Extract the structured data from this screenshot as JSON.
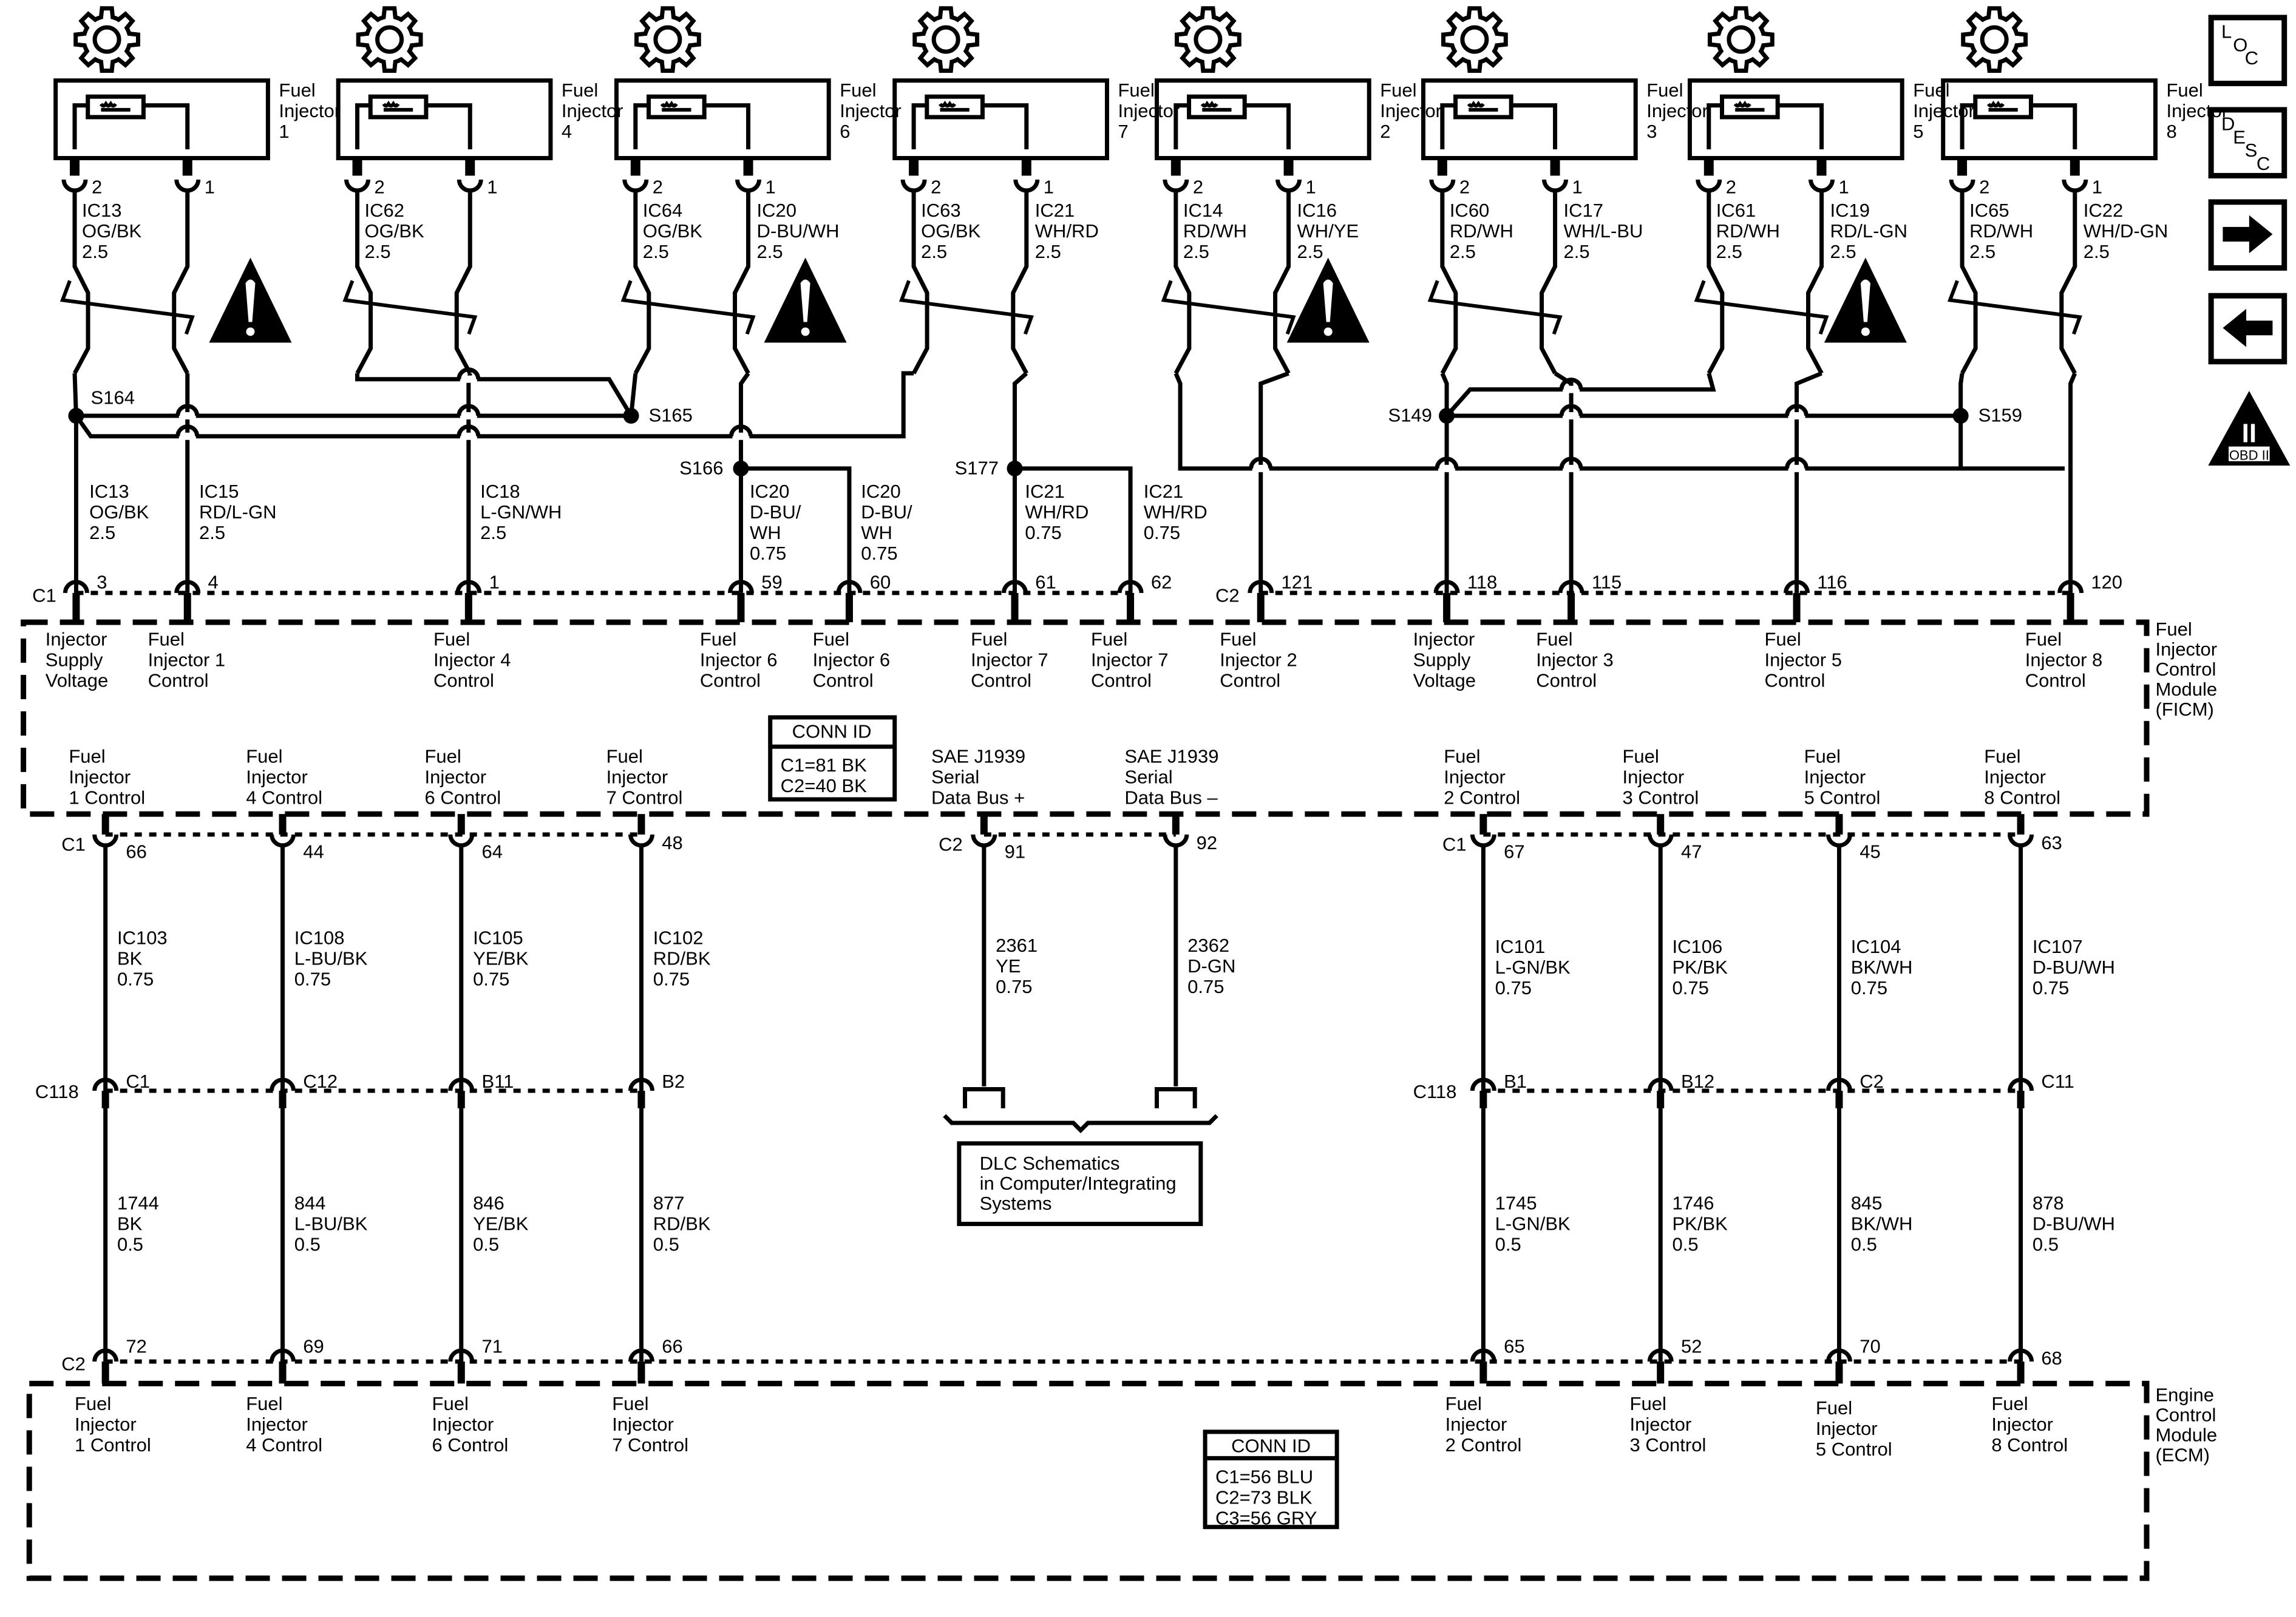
{
  "diagram": {
    "type": "wiring-schematic",
    "subject": "Fuel Injector Circuits",
    "side_buttons": [
      {
        "name": "loc-button",
        "letters": [
          "L",
          "O",
          "C"
        ]
      },
      {
        "name": "desc-button",
        "letters": [
          "D",
          "E",
          "S",
          "C"
        ]
      },
      {
        "name": "next-page-button",
        "icon": "arrow-right-icon"
      },
      {
        "name": "previous-page-button",
        "icon": "arrow-left-icon"
      }
    ],
    "obd_badge": {
      "numeral": "II",
      "label": "OBD II"
    },
    "common": {
      "fuel": "Fuel",
      "injector": "Injector"
    },
    "injectors": [
      {
        "id": "1",
        "title": [
          "Fuel",
          "Injector",
          "1"
        ],
        "pin2": "2",
        "pin1": "1",
        "w2": [
          "IC13",
          "OG/BK",
          "2.5"
        ],
        "w1": []
      },
      {
        "id": "4",
        "title": [
          "Fuel",
          "Injector",
          "4"
        ],
        "pin2": "2",
        "pin1": "1",
        "w2": [
          "IC62",
          "OG/BK",
          "2.5"
        ],
        "w1": []
      },
      {
        "id": "6",
        "title": [
          "Fuel",
          "Injector",
          "6"
        ],
        "pin2": "2",
        "pin1": "1",
        "w2": [
          "IC64",
          "OG/BK",
          "2.5"
        ],
        "w1": [
          "IC20",
          "D-BU/WH",
          "2.5"
        ]
      },
      {
        "id": "7",
        "title": [
          "Fuel",
          "Injector",
          "7"
        ],
        "pin2": "2",
        "pin1": "1",
        "w2": [
          "IC63",
          "OG/BK",
          "2.5"
        ],
        "w1": [
          "IC21",
          "WH/RD",
          "2.5"
        ]
      },
      {
        "id": "2",
        "title": [
          "Fuel",
          "Injector",
          "2"
        ],
        "pin2": "2",
        "pin1": "1",
        "w2": [
          "IC14",
          "RD/WH",
          "2.5"
        ],
        "w1": [
          "IC16",
          "WH/YE",
          "2.5"
        ]
      },
      {
        "id": "3",
        "title": [
          "Fuel",
          "Injector",
          "3"
        ],
        "pin2": "2",
        "pin1": "1",
        "w2": [
          "IC60",
          "RD/WH",
          "2.5"
        ],
        "w1": [
          "IC17",
          "WH/L-BU",
          "2.5"
        ]
      },
      {
        "id": "5",
        "title": [
          "Fuel",
          "Injector",
          "5"
        ],
        "pin2": "2",
        "pin1": "1",
        "w2": [
          "IC61",
          "RD/WH",
          "2.5"
        ],
        "w1": [
          "IC19",
          "RD/L-GN",
          "2.5"
        ]
      },
      {
        "id": "8",
        "title": [
          "Fuel",
          "Injector",
          "8"
        ],
        "pin2": "2",
        "pin1": "1",
        "w2": [
          "IC65",
          "RD/WH",
          "2.5"
        ],
        "w1": [
          "IC22",
          "WH/D-GN",
          "2.5"
        ]
      }
    ],
    "splices": [
      "S164",
      "S165",
      "S166",
      "S177",
      "S149",
      "S159"
    ],
    "ficm_wires": [
      [
        "IC13",
        "OG/BK",
        "2.5"
      ],
      [
        "IC15",
        "RD/L-GN",
        "2.5"
      ],
      [
        "IC18",
        "L-GN/WH",
        "2.5"
      ],
      [
        "IC20",
        "D-BU/",
        "WH",
        "0.75"
      ],
      [
        "IC20",
        "D-BU/",
        "WH",
        "0.75"
      ],
      [
        "IC21",
        "WH/RD",
        "0.75"
      ],
      [
        "IC21",
        "WH/RD",
        "0.75"
      ]
    ],
    "ficm": {
      "name": [
        "Fuel",
        "Injector",
        "Control",
        "Module",
        "(FICM)"
      ],
      "c1_label": "C1",
      "c2_label": "C2",
      "top_pins": [
        "3",
        "4",
        "1",
        "59",
        "60",
        "61",
        "62",
        "121",
        "118",
        "115",
        "116",
        "120"
      ],
      "top_labels": [
        [
          "Injector",
          "Supply",
          "Voltage"
        ],
        [
          "Fuel",
          "Injector 1",
          "Control"
        ],
        [
          "Fuel",
          "Injector 4",
          "Control"
        ],
        [
          "Fuel",
          "Injector 6",
          "Control"
        ],
        [
          "Fuel",
          "Injector 6",
          "Control"
        ],
        [
          "Fuel",
          "Injector 7",
          "Control"
        ],
        [
          "Fuel",
          "Injector 7",
          "Control"
        ],
        [
          "Fuel",
          "Injector 2",
          "Control"
        ],
        [
          "Injector",
          "Supply",
          "Voltage"
        ],
        [
          "Fuel",
          "Injector 3",
          "Control"
        ],
        [
          "Fuel",
          "Injector 5",
          "Control"
        ],
        [
          "Fuel",
          "Injector 8",
          "Control"
        ]
      ],
      "bottom_labels": [
        [
          "Fuel",
          "Injector",
          "1 Control"
        ],
        [
          "Fuel",
          "Injector",
          "4 Control"
        ],
        [
          "Fuel",
          "Injector",
          "6 Control"
        ],
        [
          "Fuel",
          "Injector",
          "7 Control"
        ],
        [
          "SAE J1939",
          "Serial",
          "Data Bus +"
        ],
        [
          "SAE J1939",
          "Serial",
          "Data Bus –"
        ],
        [
          "Fuel",
          "Injector",
          "2 Control"
        ],
        [
          "Fuel",
          "Injector",
          "3 Control"
        ],
        [
          "Fuel",
          "Injector",
          "5 Control"
        ],
        [
          "Fuel",
          "Injector",
          "8 Control"
        ]
      ],
      "conn_id": {
        "title": "CONN ID",
        "lines": [
          "C1=81 BK",
          "C2=40 BK"
        ]
      }
    },
    "lower": {
      "ficm_c1": "C1",
      "ficm_c2": "C2",
      "ficm_pins": [
        "66",
        "44",
        "64",
        "48",
        "91",
        "92",
        "67",
        "47",
        "45",
        "63"
      ],
      "ic_wires": [
        [
          "IC103",
          "BK",
          "0.75"
        ],
        [
          "IC108",
          "L-BU/BK",
          "0.75"
        ],
        [
          "IC105",
          "YE/BK",
          "0.75"
        ],
        [
          "IC102",
          "RD/BK",
          "0.75"
        ],
        [
          "2361",
          "YE",
          "0.75"
        ],
        [
          "2362",
          "D-GN",
          "0.75"
        ],
        [
          "IC101",
          "L-GN/BK",
          "0.75"
        ],
        [
          "IC106",
          "PK/BK",
          "0.75"
        ],
        [
          "IC104",
          "BK/WH",
          "0.75"
        ],
        [
          "IC107",
          "D-BU/WH",
          "0.75"
        ]
      ],
      "c118_label": "C118",
      "c118_pins": [
        "C1",
        "C12",
        "B11",
        "B2",
        "B1",
        "B12",
        "C2",
        "C11"
      ],
      "ecm_wires": [
        [
          "1744",
          "BK",
          "0.5"
        ],
        [
          "844",
          "L-BU/BK",
          "0.5"
        ],
        [
          "846",
          "YE/BK",
          "0.5"
        ],
        [
          "877",
          "RD/BK",
          "0.5"
        ],
        [
          "1745",
          "L-GN/BK",
          "0.5"
        ],
        [
          "1746",
          "PK/BK",
          "0.5"
        ],
        [
          "845",
          "BK/WH",
          "0.5"
        ],
        [
          "878",
          "D-BU/WH",
          "0.5"
        ]
      ],
      "dlc_note": [
        "DLC Schematics",
        "in Computer/Integrating",
        "Systems"
      ]
    },
    "ecm": {
      "name": [
        "Engine",
        "Control",
        "Module",
        "(ECM)"
      ],
      "c2_label": "C2",
      "pins": [
        "72",
        "69",
        "71",
        "66",
        "65",
        "52",
        "70",
        "68"
      ],
      "labels": [
        [
          "Fuel",
          "Injector",
          "1 Control"
        ],
        [
          "Fuel",
          "Injector",
          "4 Control"
        ],
        [
          "Fuel",
          "Injector",
          "6 Control"
        ],
        [
          "Fuel",
          "Injector",
          "7 Control"
        ],
        [
          "Fuel",
          "Injector",
          "2 Control"
        ],
        [
          "Fuel",
          "Injector",
          "3 Control"
        ],
        [
          "Fuel",
          "Injector",
          "5 Control"
        ],
        [
          "Fuel",
          "Injector",
          "8 Control"
        ]
      ],
      "conn_id": {
        "title": "CONN ID",
        "lines": [
          "C1=56 BLU",
          "C2=73 BLK",
          "C3=56 GRY"
        ]
      }
    }
  }
}
